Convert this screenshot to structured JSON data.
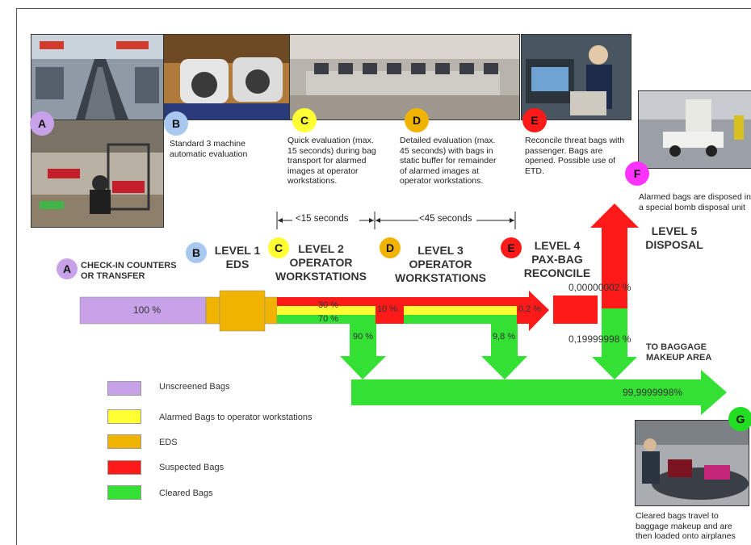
{
  "colors": {
    "unscreened": "#c8a2e8",
    "alarmed": "#ffff33",
    "eds": "#f0b400",
    "suspected": "#ff1a1a",
    "cleared": "#33e033"
  },
  "markers": {
    "a": "A",
    "b": "B",
    "c": "C",
    "d": "D",
    "e": "E",
    "f": "F",
    "g": "G"
  },
  "descriptions": {
    "b": "Standard 3 machine automatic evaluation",
    "c": "Quick evaluation (max. 15 seconds) during bag transport for alarmed images  at operator workstations.",
    "d": "Detailed evaluation (max. 45 seconds) with bags in static buffer for remainder of alarmed images  at operator workstations.",
    "e": "Reconcile threat bags with passenger. Bags are opened.  Possible use of ETD.",
    "f": "Alarmed bags are disposed in a special bomb disposal unit",
    "g": "Cleared bags travel to baggage makeup and are then loaded onto airplanes"
  },
  "timings": {
    "t15": "<15 seconds",
    "t45": "<45 seconds"
  },
  "levels": {
    "a": "CHECK-IN COUNTERS OR TRANSFER",
    "l1a": "LEVEL 1",
    "l1b": "EDS",
    "l2a": "LEVEL 2",
    "l2b": "OPERATOR",
    "l2c": "WORKSTATIONS",
    "l3a": "LEVEL 3",
    "l3b": "OPERATOR",
    "l3c": "WORKSTATIONS",
    "l4a": "LEVEL 4",
    "l4b": "PAX-BAG",
    "l4c": "RECONCILE",
    "l5a": "LEVEL 5",
    "l5b": "DISPOSAL",
    "makeup": "TO BAGGAGE MAKEUP AREA"
  },
  "percentages": {
    "p100": "100 %",
    "p30": "30 %",
    "p70": "70 %",
    "p10": "10 %",
    "p90": "90 %",
    "p98": "9,8 %",
    "p02": "0,2 %",
    "p_disposal": "0,00000002 %",
    "p_cleared_l4": "0,19999998 %",
    "p_total": "99,9999998%"
  },
  "legend": [
    {
      "label": "Unscreened Bags",
      "color": "#c8a2e8"
    },
    {
      "label": "Alarmed Bags to operator workstations",
      "color": "#ffff33"
    },
    {
      "label": "EDS",
      "color": "#f0b400"
    },
    {
      "label": "Suspected Bags",
      "color": "#ff1a1a"
    },
    {
      "label": "Cleared Bags",
      "color": "#33e033"
    }
  ]
}
